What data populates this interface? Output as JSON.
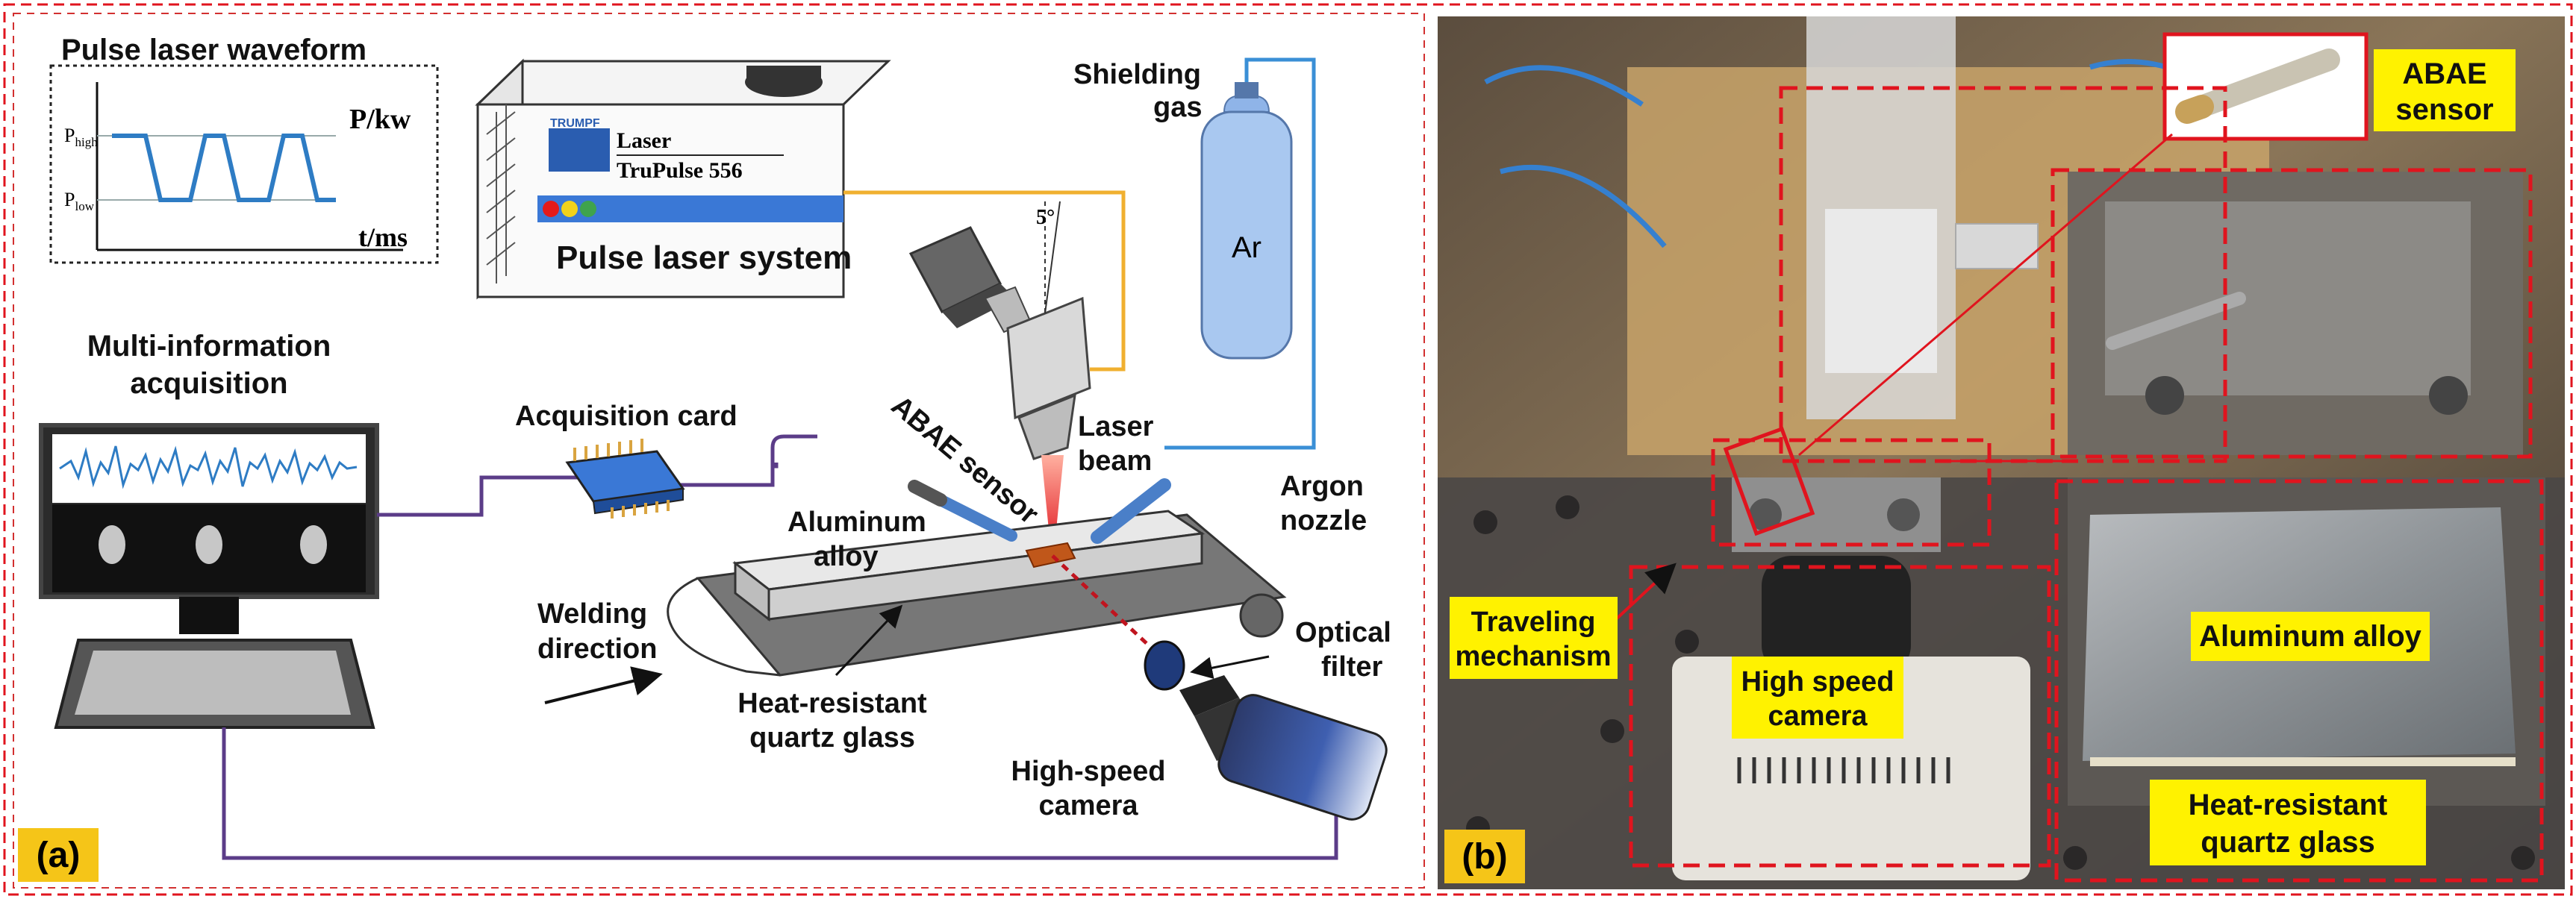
{
  "panel_a": {
    "badge": "(a)",
    "waveform": {
      "title": "Pulse laser waveform",
      "y_unit": "P/kw",
      "x_unit": "t/ms",
      "p_high": "P",
      "p_high_sub": "high",
      "p_low": "P",
      "p_low_sub": "low",
      "line_color": "#2e7cc4"
    },
    "laser_system": {
      "brand": "TRUMPF",
      "model_line1": "Laser",
      "model_line2": "TruPulse 556",
      "caption": "Pulse laser system",
      "indicator_colors": [
        "#e41a1a",
        "#f2d21b",
        "#3fa34d"
      ]
    },
    "angle": "5°",
    "shielding_gas": "Shielding\ngas",
    "gas_name": "Ar",
    "multi_info": "Multi-information\nacquisition",
    "acquisition_card": "Acquisition card",
    "abae_sensor": "ABAE sensor",
    "laser_beam": "Laser\nbeam",
    "argon_nozzle": "Argon\nnozzle",
    "aluminum_alloy": "Aluminum\nalloy",
    "welding_direction": "Welding\ndirection",
    "quartz_glass": "Heat-resistant\nquartz glass",
    "optical_filter": "Optical\nfilter",
    "high_speed_camera": "High-speed\ncamera"
  },
  "panel_b": {
    "badge": "(b)",
    "abae_sensor": "ABAE\nsensor",
    "traveling_mechanism": "Traveling\nmechanism",
    "high_speed_camera": "High speed\ncamera",
    "aluminum_alloy": "Aluminum alloy",
    "quartz_glass": "Heat-resistant\nquartz glass"
  },
  "colors": {
    "frame_dash": "#e0141e",
    "label_bg": "#fff200",
    "badge_bg": "#f5c518",
    "wire_purple": "#5b3c88",
    "wire_orange": "#f0b030",
    "wire_blue": "#3a8fd6"
  }
}
